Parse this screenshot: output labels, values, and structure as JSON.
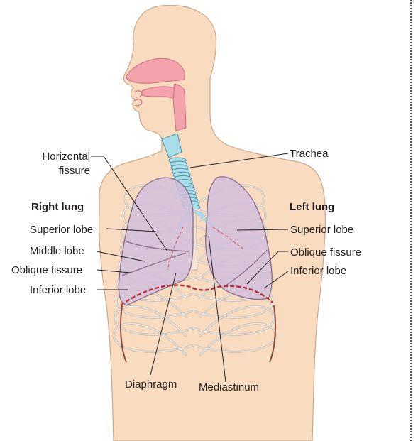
{
  "labels": {
    "horizontal_fissure_line1": "Horizontal",
    "horizontal_fissure_line2": "fissure",
    "trachea": "Trachea",
    "right_lung": "Right lung",
    "left_lung": "Left lung",
    "superior_lobe_right": "Superior lobe",
    "superior_lobe_left": "Superior lobe",
    "middle_lobe": "Middle lobe",
    "oblique_fissure_right": "Oblique fissure",
    "oblique_fissure_left": "Oblique fissure",
    "inferior_lobe_right": "Inferior lobe",
    "inferior_lobe_left": "Inferior lobe",
    "diaphragm": "Diaphragm",
    "mediastinum": "Mediastinum"
  },
  "colors": {
    "skin": "#f9dcc0",
    "skin_outline": "#c8a88c",
    "lung": "#d2bedc",
    "lung_outline": "#8a6a85",
    "trachea": "#a8dde9",
    "airway": "#f4a3ad",
    "diaphragm": "#b5303a",
    "text": "#231f20"
  }
}
